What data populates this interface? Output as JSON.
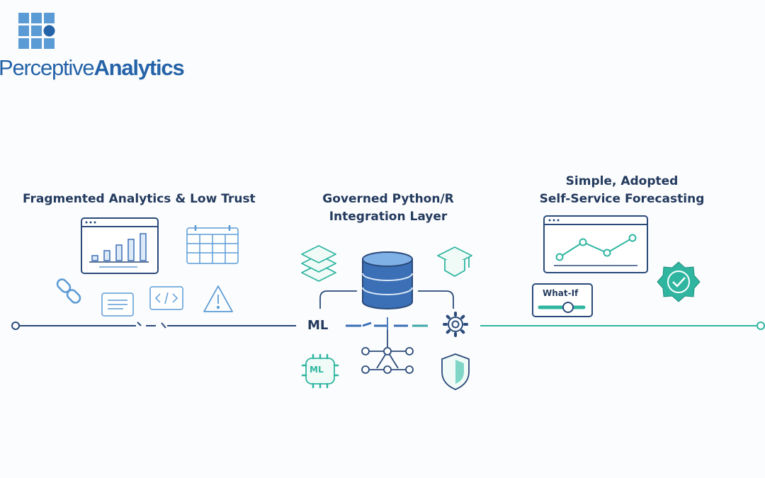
{
  "brand": {
    "logo_text_light": "Perceptive",
    "logo_text_bold": "Analytics",
    "primary_color": "#2563a8",
    "light_color": "#5b9bd5"
  },
  "stages": {
    "left": {
      "title": "Fragmented Analytics & Low Trust"
    },
    "center": {
      "title_line1": "Governed Python/R",
      "title_line2": "Integration Layer",
      "ml_label": "ML",
      "ml_badge": "ML"
    },
    "right": {
      "title_line1": "Simple, Adopted",
      "title_line2": "Self-Service Forecasting",
      "whatif_label": "What-If"
    }
  },
  "colors": {
    "navy": "#233a5e",
    "blue": "#3b6fb6",
    "teal": "#2fb5a0",
    "light_blue": "#5b9bd5"
  },
  "icons": [
    "bar-chart-window-icon",
    "calendar-icon",
    "link-icon",
    "document-icon",
    "code-icon",
    "warning-icon",
    "layers-icon",
    "database-icon",
    "graduation-cap-icon",
    "gear-icon",
    "network-icon",
    "ml-chip-icon",
    "shield-icon",
    "line-chart-window-icon",
    "what-if-slider-icon",
    "check-badge-icon"
  ]
}
